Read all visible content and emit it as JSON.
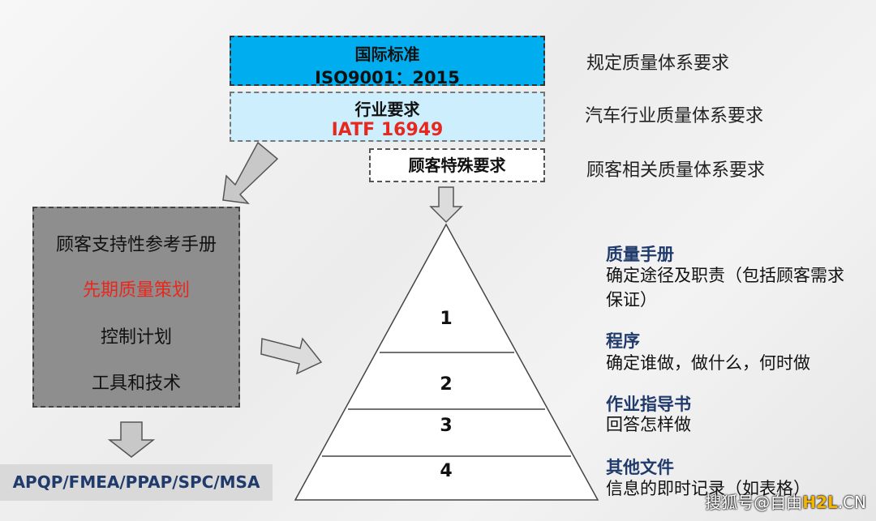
{
  "top_box": {
    "line1": "国际标准",
    "line2": "ISO9001：2015"
  },
  "industry_box": {
    "line1": "行业要求",
    "line2": "IATF 16949"
  },
  "customer_box": {
    "label": "顾客特殊要求"
  },
  "right_notes": [
    "规定质量体系要求",
    "汽车行业质量体系要求",
    "顾客相关质量体系要求"
  ],
  "left_panel": {
    "items": [
      "顾客支持性参考手册",
      "先期质量策划",
      "控制计划",
      "工具和技术"
    ],
    "highlight_index": 1
  },
  "footer": {
    "text": "APQP/FMEA/PPAP/SPC/MSA"
  },
  "pyramid": {
    "levels": [
      "1",
      "2",
      "3",
      "4"
    ]
  },
  "descriptions": [
    {
      "title": "质量手册",
      "desc": "确定途径及职责（包括顾客需求保证）"
    },
    {
      "title": "程序",
      "desc": "确定谁做，做什么，何时做"
    },
    {
      "title": "作业指导书",
      "desc": "回答怎样做"
    },
    {
      "title": "其他文件",
      "desc": "信息的即时记录（如表格）"
    }
  ],
  "watermark": {
    "prefix": "搜狐号@自由",
    "brand": "H2L",
    "suffix": ".CN"
  },
  "colors": {
    "top_fill": "#00aeef",
    "industry_fill": "#cdeefd",
    "red": "#e8281e",
    "panel_fill": "#8e8e8e",
    "title_blue": "#1f3a6b"
  }
}
